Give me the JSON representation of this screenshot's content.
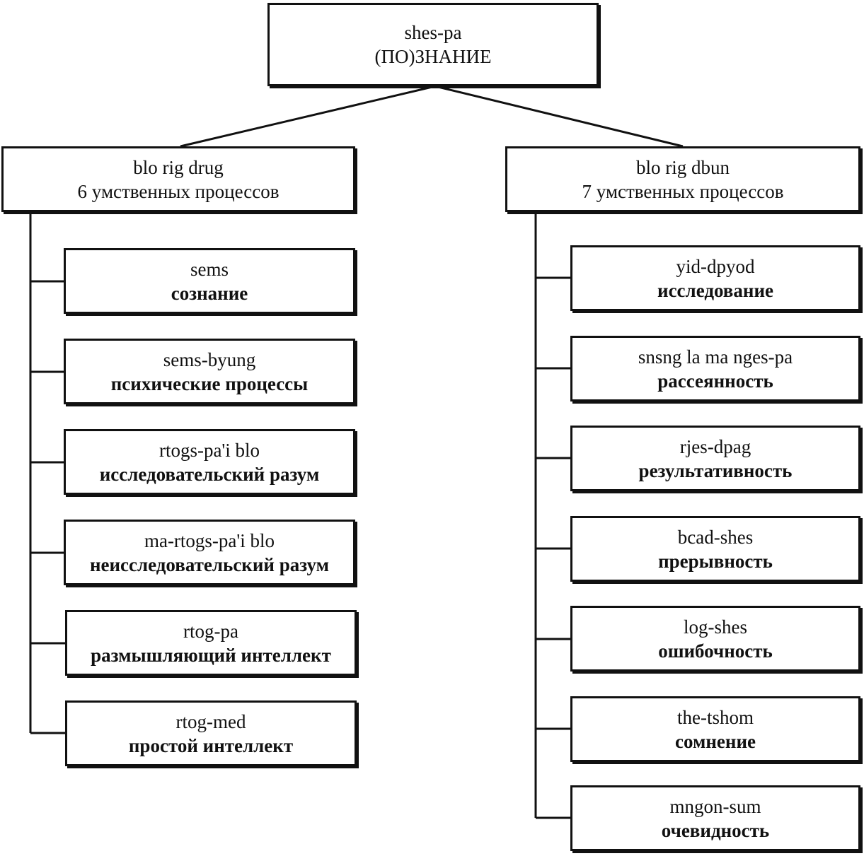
{
  "root": {
    "term": "shes-pa",
    "translation": "(ПО)ЗНАНИЕ"
  },
  "branches": [
    {
      "term": "blo rig drug",
      "translation": "6 умственных процессов",
      "children": [
        {
          "term": "sems",
          "translation": "сознание"
        },
        {
          "term": "sems-byung",
          "translation": "психические процессы"
        },
        {
          "term": "rtogs-pa'i blo",
          "translation": "исследовательский разум"
        },
        {
          "term": "ma-rtogs-pa'i blo",
          "translation": "неисследовательский разум"
        },
        {
          "term": "rtog-pa",
          "translation": "размышляющий интеллект"
        },
        {
          "term": "rtog-med",
          "translation": "простой интеллект"
        }
      ]
    },
    {
      "term": "blo rig dbun",
      "translation": "7 умственных процессов",
      "children": [
        {
          "term": "yid-dpyod",
          "translation": "исследование"
        },
        {
          "term": "snsng la ma nges-pa",
          "translation": "рассеянность"
        },
        {
          "term": "rjes-dpag",
          "translation": "результативность"
        },
        {
          "term": "bcad-shes",
          "translation": "прерывность"
        },
        {
          "term": "log-shes",
          "translation": "ошибочность"
        },
        {
          "term": "the-tshom",
          "translation": "сомнение"
        },
        {
          "term": "mngon-sum",
          "translation": "очевидность"
        }
      ]
    }
  ]
}
